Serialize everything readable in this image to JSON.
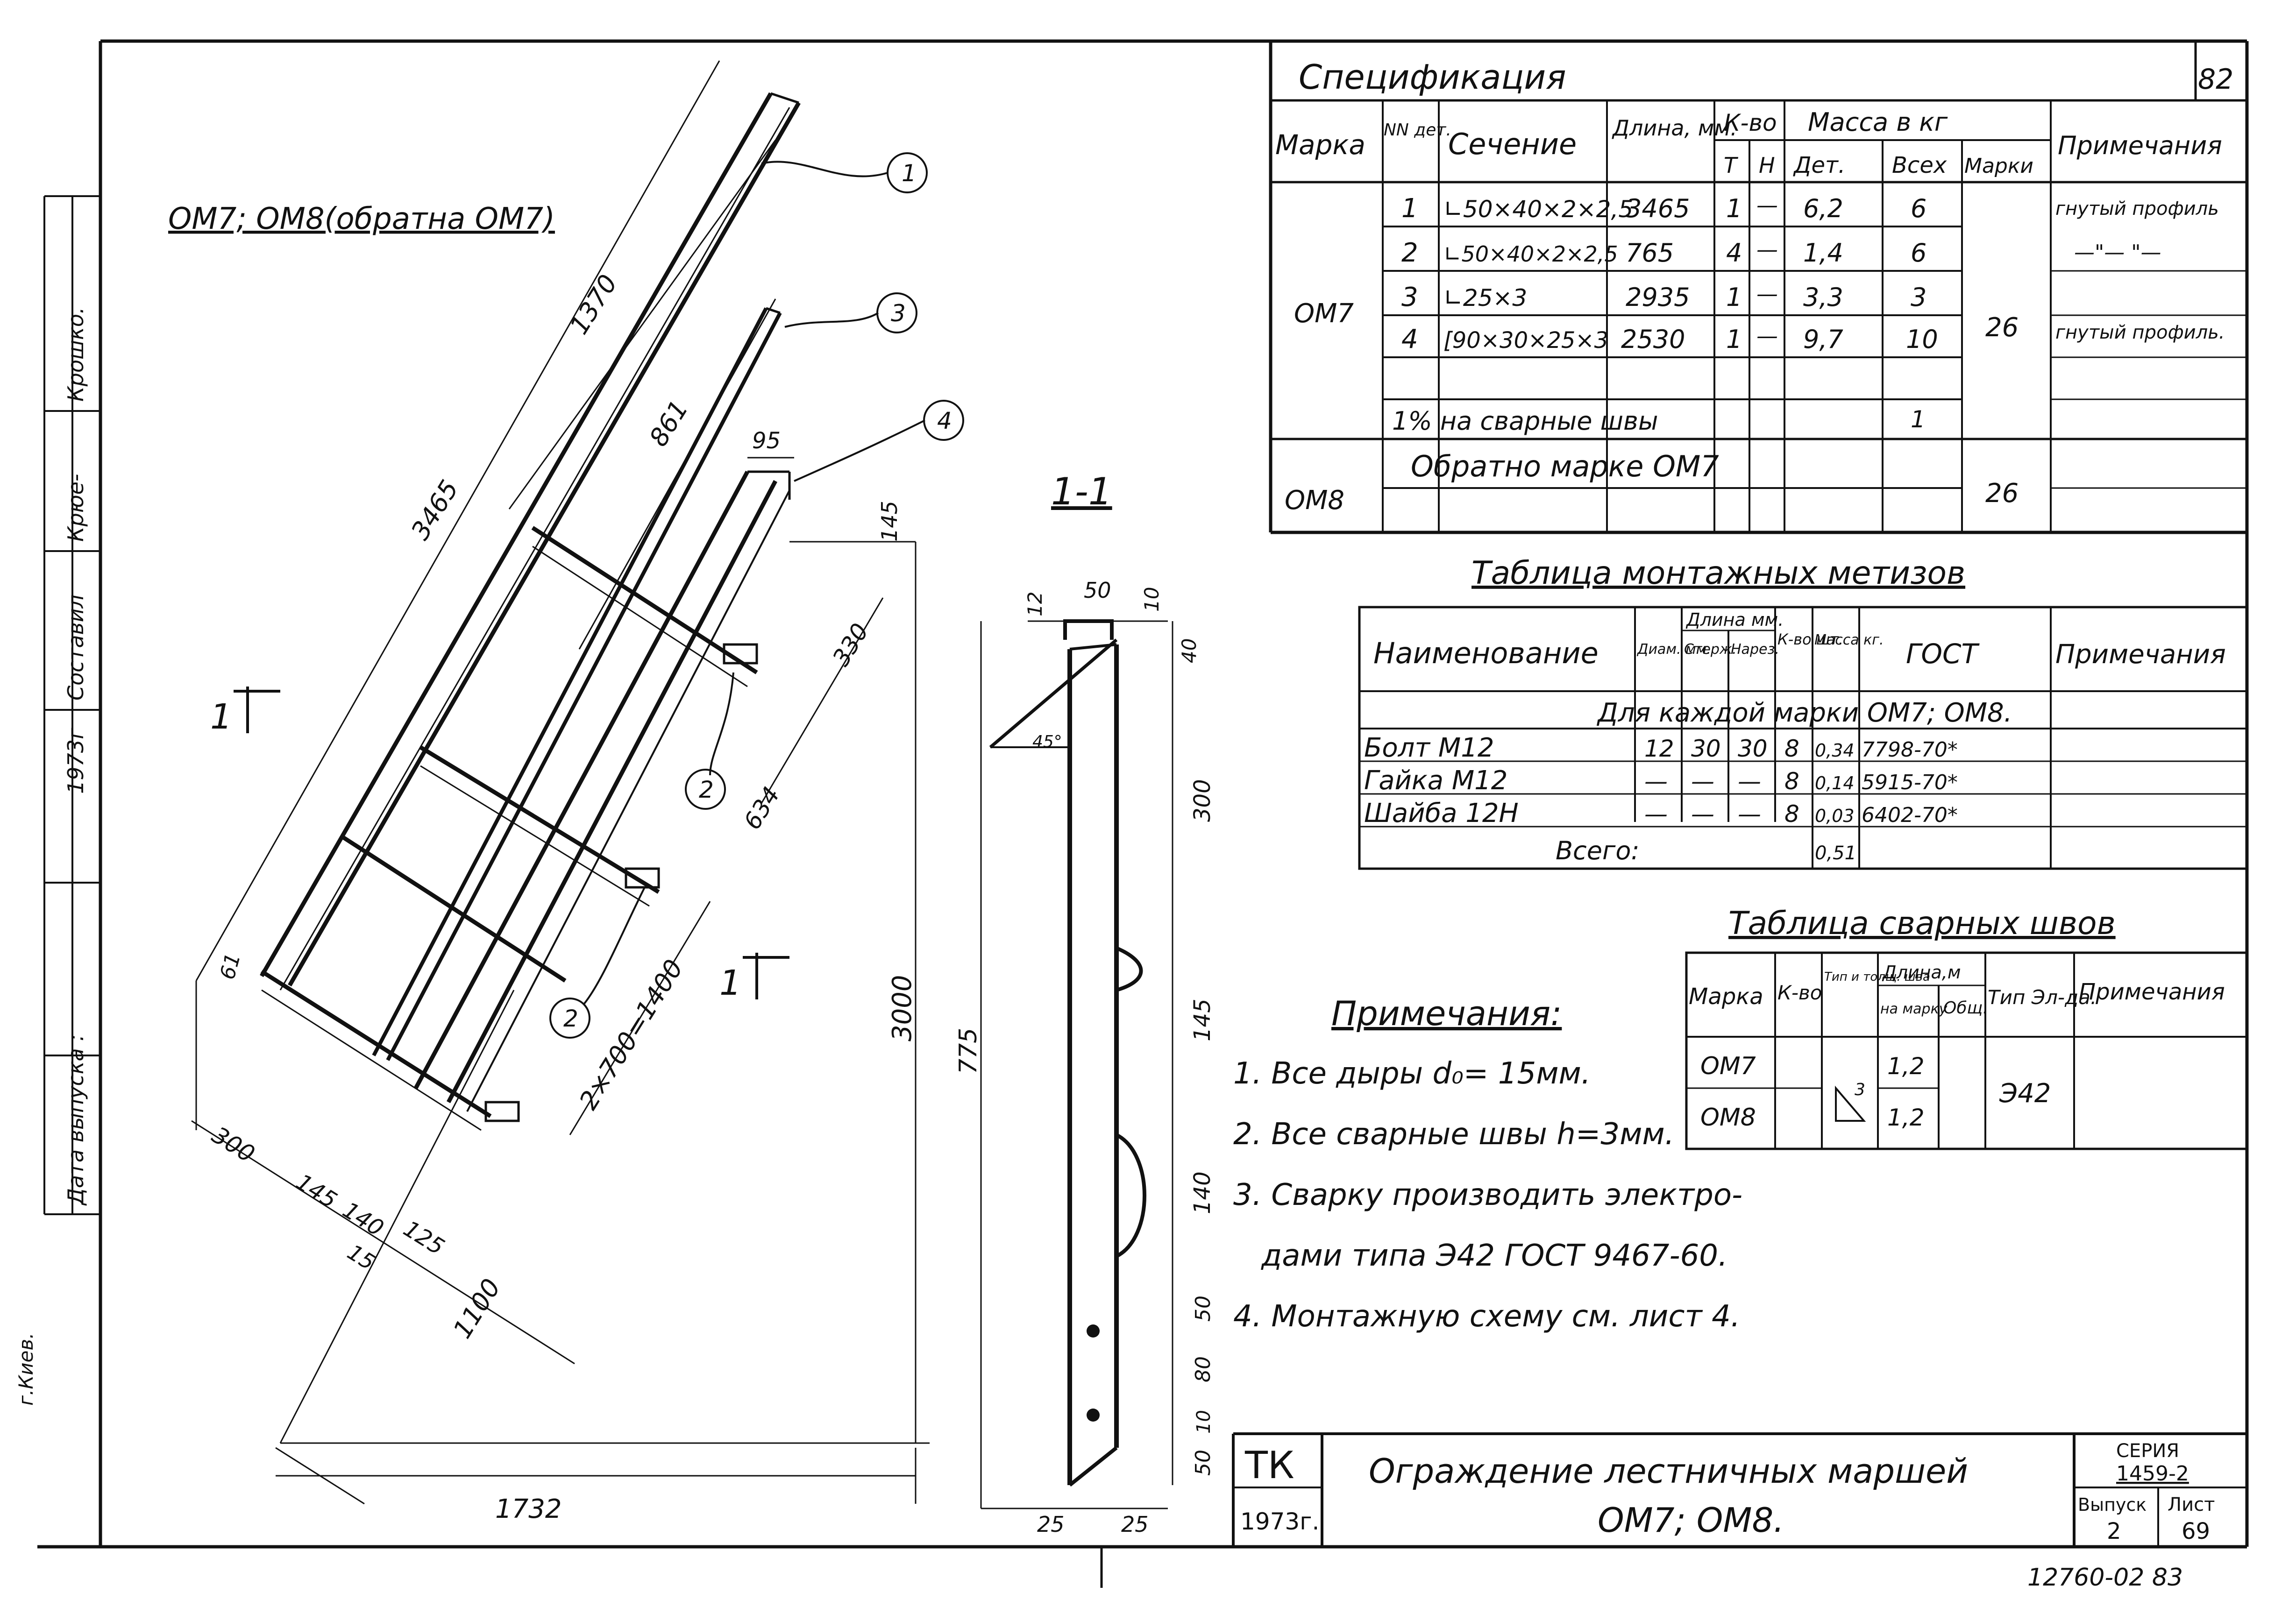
{
  "main_view": {
    "title": "ОМ7; ОМ8(обратна ОМ7)",
    "section_mark": "1",
    "callouts": [
      "1",
      "3",
      "4",
      "2",
      "2"
    ],
    "dims": {
      "d3465": "3465",
      "d1370": "1370",
      "d861": "861",
      "d95": "95",
      "d145": "145",
      "d330": "330",
      "d634": "634",
      "d2x700": "2×700=1400",
      "d3000": "3000",
      "d61": "61",
      "d300": "300",
      "d145b": "145",
      "d140": "140",
      "d125": "125",
      "d15": "15",
      "d1100": "1100",
      "d1732": "1732"
    }
  },
  "section_view": {
    "title": "1-1",
    "dims": {
      "d12": "12",
      "d50": "50",
      "d10": "10",
      "d40": "40",
      "d300": "300",
      "d145": "145",
      "d140": "140",
      "d50b": "50",
      "d80": "80",
      "d10b": "10",
      "d50c": "50",
      "d775": "775",
      "d25a": "25",
      "d25b": "25",
      "d45": "45°"
    }
  },
  "spec": {
    "title": "Спецификация",
    "headers": {
      "mark": "Марка",
      "num": "NN дет.",
      "section": "Сечение",
      "length": "Длина, мм.",
      "qty": "К-во",
      "t": "Т",
      "n": "Н",
      "mass": "Масса в кг",
      "det": "Дет.",
      "all": "Всех",
      "mark_mass": "Марки",
      "notes": "Примечания"
    },
    "rows": [
      {
        "num": "1",
        "section": "∟50×40×2×2,5",
        "length": "3465",
        "t": "1",
        "n": "—",
        "det": "6,2",
        "all": "6",
        "note": "гнутый профиль"
      },
      {
        "num": "2",
        "section": "∟50×40×2×2,5",
        "length": "765",
        "t": "4",
        "n": "—",
        "det": "1,4",
        "all": "6",
        "note": "—\"— \"—"
      },
      {
        "num": "3",
        "section": "∟25×3",
        "length": "2935",
        "t": "1",
        "n": "—",
        "det": "3,3",
        "all": "3",
        "note": ""
      },
      {
        "num": "4",
        "section": "[90×30×25×3",
        "length": "2530",
        "t": "1",
        "n": "—",
        "det": "9,7",
        "all": "10",
        "note": "гнутый профиль."
      }
    ],
    "om7": "ОМ7",
    "om7_mass": "26",
    "welds_row": "1%   на   сварные   швы",
    "welds_value": "1",
    "om8": "ОМ8",
    "om8_text": "Обратно   марке   ОМ7",
    "om8_mass": "26"
  },
  "sheet_number": "82",
  "hardware": {
    "title": "Таблица монтажных метизов",
    "headers": {
      "name": "Наименование",
      "diam": "Диам. мм.",
      "length": "Длина мм.",
      "rod": "Стерж.",
      "thread": "Нарез.",
      "qty": "К-во шт.",
      "mass": "Масса кг.",
      "gost": "ГОСТ",
      "notes": "Примечания"
    },
    "group": "Для каждой марки ОМ7; ОМ8.",
    "rows": [
      {
        "name": "Болт   М12",
        "diam": "12",
        "rod": "30",
        "thread": "30",
        "qty": "8",
        "mass": "0,34",
        "gost": "7798-70*"
      },
      {
        "name": "Гайка   М12",
        "diam": "—",
        "rod": "—",
        "thread": "—",
        "qty": "8",
        "mass": "0,14",
        "gost": "5915-70*"
      },
      {
        "name": "Шайба   12Н",
        "diam": "—",
        "rod": "—",
        "thread": "—",
        "qty": "8",
        "mass": "0,03",
        "gost": "6402-70*"
      }
    ],
    "total_label": "Всего:",
    "total_value": "0,51"
  },
  "welds": {
    "title": "Таблица сварных швов",
    "headers": {
      "mark": "Марка",
      "qty": "К-во",
      "type": "Тип и толщ. шва",
      "length": "Длина,м",
      "per_mark": "на марку",
      "total": "Общ.",
      "electrode": "Тип Эл-да.",
      "notes": "Примечания"
    },
    "rows": [
      {
        "mark": "ОМ7",
        "per_mark": "1,2"
      },
      {
        "mark": "ОМ8",
        "per_mark": "1,2"
      }
    ],
    "symbol": "3",
    "electrode": "Э42"
  },
  "notes": {
    "title": "Примечания:",
    "items": [
      "1. Все дыры  d₀= 15мм.",
      "2. Все сварные швы  h=3мм.",
      "3. Сварку производить электро-",
      "дами типа  Э42 ГОСТ 9467-60.",
      "4. Монтажную   схему см. лист 4."
    ]
  },
  "title_block": {
    "org": "ТК",
    "year": "1973г.",
    "title_line1": "Ограждение   лестничных   маршей",
    "title_line2": "ОМ7;  ОМ8.",
    "series_label": "СЕРИЯ",
    "series": "1459-2",
    "issue_label": "Выпуск",
    "issue": "2",
    "sheet_label": "Лист",
    "sheet": "69"
  },
  "side_stamp": {
    "f1": "Крошко.",
    "f2": "Крюе-",
    "f3": "Составил",
    "f4": "1973г",
    "f5": "Дата   выпуска :",
    "f6": "г.Киев."
  },
  "bottom_number": "12760-02   83"
}
